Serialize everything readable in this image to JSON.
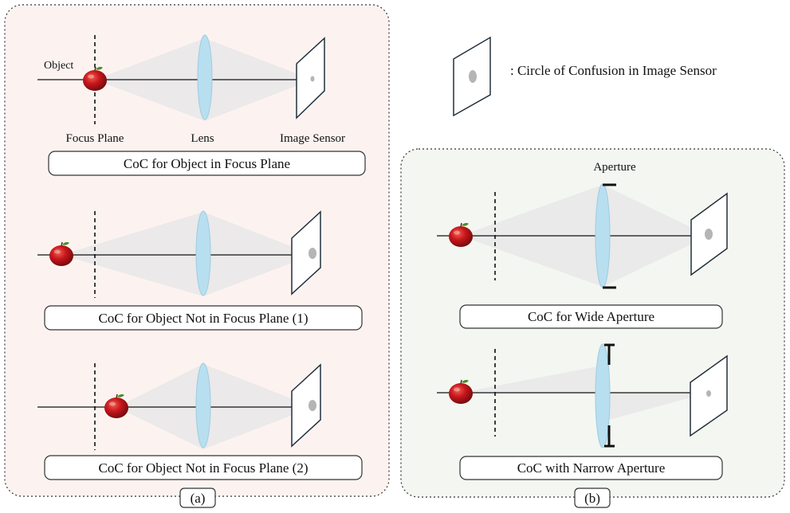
{
  "legend": {
    "text": ": Circle of Confusion in Image Sensor"
  },
  "panel_a": {
    "label": "(a)",
    "top_labels": {
      "object": "Object",
      "focus_plane": "Focus Plane",
      "lens": "Lens",
      "image_sensor": "Image Sensor"
    },
    "captions": [
      "CoC for Object in Focus Plane",
      "CoC for Object Not in Focus Plane (1)",
      "CoC for Object Not in Focus Plane (2)"
    ]
  },
  "panel_b": {
    "label": "(b)",
    "aperture_label": "Aperture",
    "captions": [
      "CoC for Wide Aperture",
      "CoC with Narrow Aperture"
    ]
  },
  "colors": {
    "panel_a_bg": "#fcf3f1",
    "panel_b_bg": "#f4f6f1",
    "lens": "#b8dff0",
    "apple": "#c8161c",
    "cone": "#d8d8d8",
    "coc": "#b5b5b5"
  }
}
